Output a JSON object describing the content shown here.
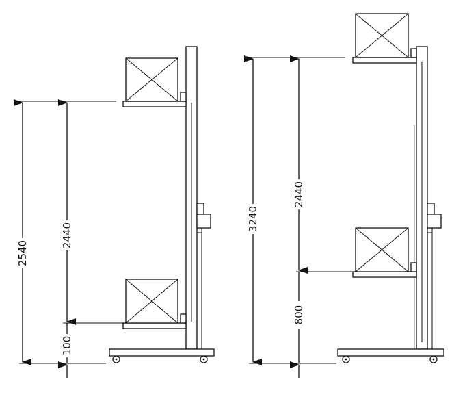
{
  "left_diagram": {
    "dimensions": {
      "overall": "2540",
      "lift_travel": "2440",
      "base_offset": "100"
    }
  },
  "right_diagram": {
    "dimensions": {
      "overall": "3240",
      "lift_travel": "2440",
      "base_offset": "800"
    }
  }
}
